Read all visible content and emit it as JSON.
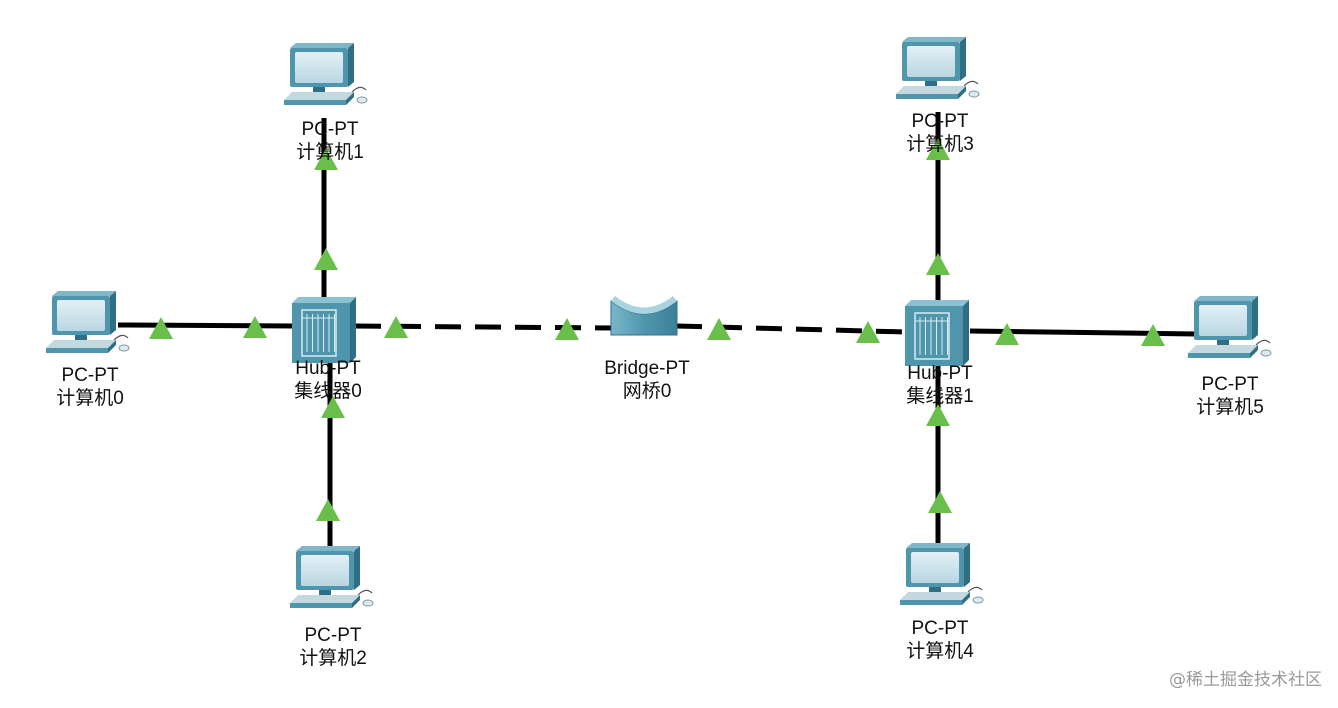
{
  "devices": [
    {
      "id": "pc1",
      "kind": "pc",
      "type_label": "PC-PT",
      "name": "计算机1"
    },
    {
      "id": "pc3",
      "kind": "pc",
      "type_label": "PC-PT",
      "name": "计算机3"
    },
    {
      "id": "pc0",
      "kind": "pc",
      "type_label": "PC-PT",
      "name": "计算机0"
    },
    {
      "id": "hub0",
      "kind": "hub",
      "type_label": "Hub-PT",
      "name": "集线器0"
    },
    {
      "id": "bridge0",
      "kind": "bridge",
      "type_label": "Bridge-PT",
      "name": "网桥0"
    },
    {
      "id": "hub1",
      "kind": "hub",
      "type_label": "Hub-PT",
      "name": "集线器1"
    },
    {
      "id": "pc5",
      "kind": "pc",
      "type_label": "PC-PT",
      "name": "计算机5"
    },
    {
      "id": "pc2",
      "kind": "pc",
      "type_label": "PC-PT",
      "name": "计算机2"
    },
    {
      "id": "pc4",
      "kind": "pc",
      "type_label": "PC-PT",
      "name": "计算机4"
    }
  ],
  "links": [
    {
      "from": "pc0",
      "to": "hub0",
      "cable": "straight-through",
      "status": "up"
    },
    {
      "from": "pc1",
      "to": "hub0",
      "cable": "straight-through",
      "status": "up"
    },
    {
      "from": "pc2",
      "to": "hub0",
      "cable": "straight-through",
      "status": "up"
    },
    {
      "from": "hub0",
      "to": "bridge0",
      "cable": "crossover",
      "status": "up"
    },
    {
      "from": "bridge0",
      "to": "hub1",
      "cable": "crossover",
      "status": "up"
    },
    {
      "from": "pc3",
      "to": "hub1",
      "cable": "straight-through",
      "status": "up"
    },
    {
      "from": "pc4",
      "to": "hub1",
      "cable": "straight-through",
      "status": "up"
    },
    {
      "from": "pc5",
      "to": "hub1",
      "cable": "straight-through",
      "status": "up"
    }
  ],
  "colors": {
    "link": "#000000",
    "link_up_indicator": "#6abf4b",
    "device_teal": "#4f96ad",
    "device_teal_dark": "#2f6f86",
    "screen": "#cfe3ec"
  },
  "watermark": "@稀土掘金技术社区"
}
